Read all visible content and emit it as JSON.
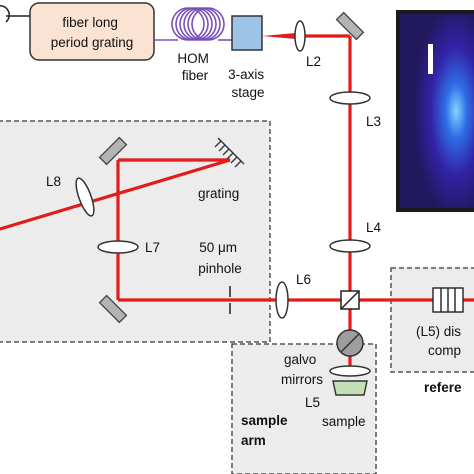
{
  "labels": {
    "grating_device": "fiber long\nperiod grating",
    "hom_fiber": "HOM\nfiber",
    "stage": "3-axis\nstage",
    "l1": "L2",
    "l3": "L3",
    "l4": "L4",
    "l6": "L6",
    "l7": "L7",
    "l8": "L8",
    "grating": "grating",
    "pinhole": "50 μm\npinhole",
    "galvo": "galvo\nmirrors",
    "l5": "L5",
    "sample": "sample",
    "sample_arm": "sample\narm",
    "dispersion": "(L5) dis",
    "dispersion_line2": "comp",
    "reference": "refere"
  },
  "colors": {
    "beam": "#e21b1b",
    "fiber": "#7b4fb8",
    "grating_fill": "#fbe3d3",
    "stage_fill": "#9dc3e6",
    "panel_bg": "#ececec",
    "inset_bg": "#2c1f78"
  },
  "icons": {
    "galvo": "galvo-circle-icon",
    "lens": "lens-icon",
    "mirror": "mirror-icon",
    "beamsplitter": "beamsplitter-icon"
  }
}
